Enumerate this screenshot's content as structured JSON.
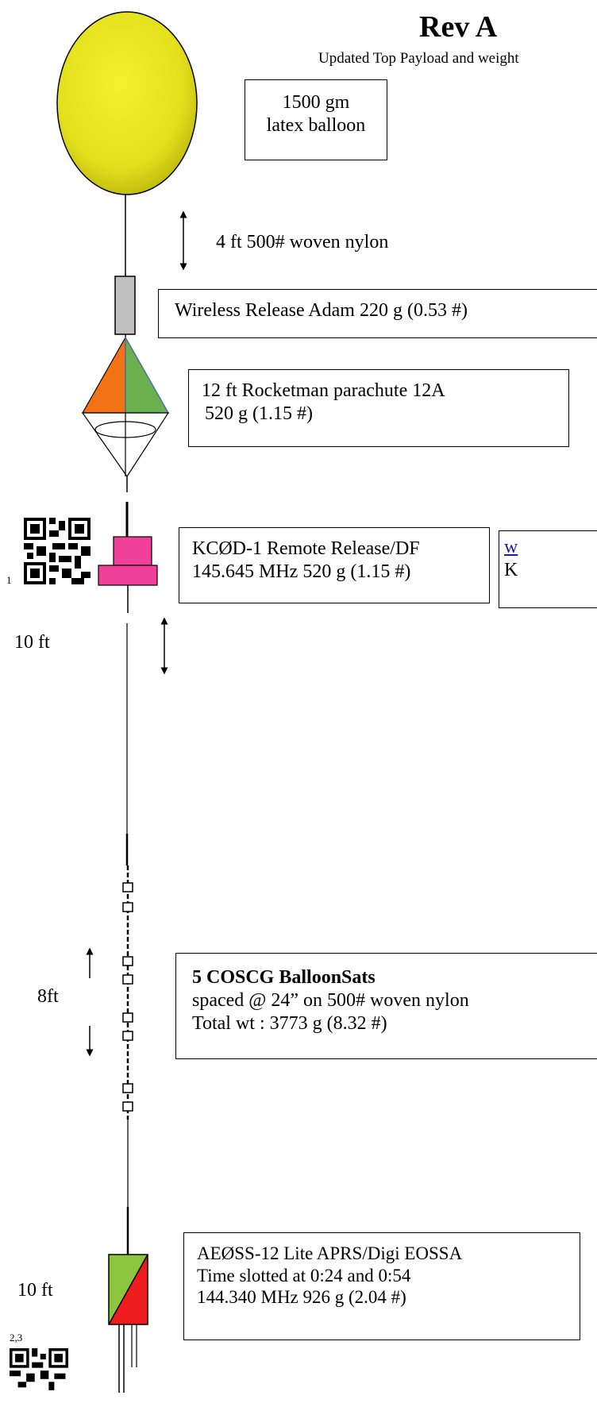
{
  "header": {
    "title": "Rev A",
    "subtitle": "Updated Top Payload and weight"
  },
  "balloon": {
    "line1": "1500 gm",
    "line2": "latex balloon",
    "color": "#e8e61e"
  },
  "tether_top": {
    "label": "4 ft 500# woven nylon"
  },
  "release": {
    "label": "Wireless Release Adam 220 g (0.53 #)"
  },
  "parachute": {
    "line1": "12 ft Rocketman parachute 12A",
    "line2": "520 g (1.15 #)",
    "colors": {
      "left": "#f47216",
      "right": "#6ab04c"
    }
  },
  "remote_release": {
    "line1": "KCØD-1 Remote Release/DF",
    "line2": "145.645 MHz 520 g (1.15 #)",
    "footnote": "1",
    "side_link": "w",
    "side_text": "K",
    "color": "#f0409a"
  },
  "spacing_1": {
    "label": "10 ft"
  },
  "balloonsats": {
    "title": "5 COSCG BalloonSats",
    "line2": "spaced @ 24” on 500# woven nylon",
    "line3": "Total wt : 3773 g (8.32 #)",
    "spacing_label": "8ft"
  },
  "aprs": {
    "line1": "AEØSS-12 Lite APRS/Digi  EOSSA",
    "line2": "Time slotted at 0:24 and 0:54",
    "line3": "144.340 MHz   926 g (2.04 #)",
    "footnote": "2,3",
    "colors": {
      "top": "#8cc63f",
      "bottom": "#ee1c1c"
    }
  },
  "spacing_2": {
    "label": "10 ft"
  }
}
